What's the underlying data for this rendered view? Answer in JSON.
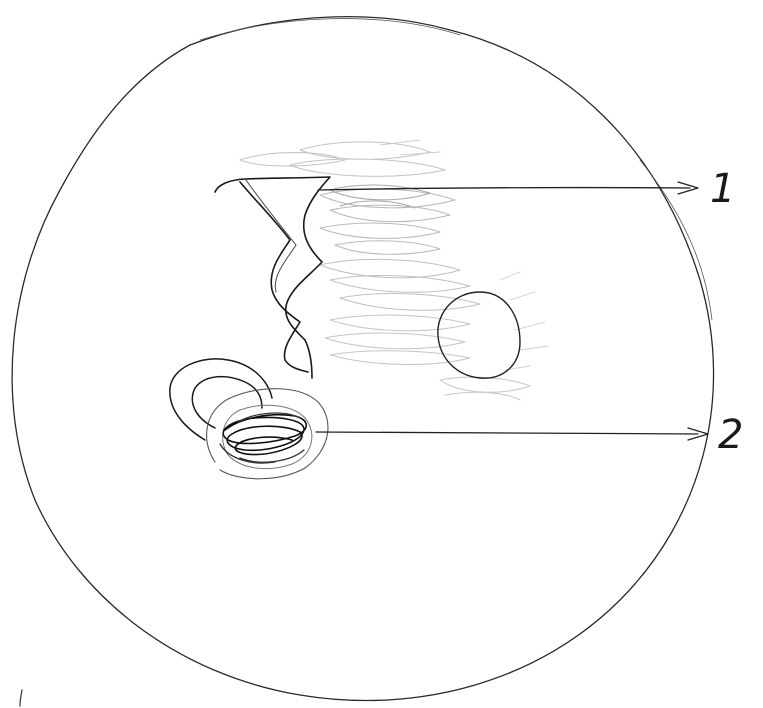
{
  "labels": [
    {
      "id": "1",
      "text": "1"
    },
    {
      "id": "2",
      "text": "2"
    }
  ],
  "colors": {
    "ink": "#1a1a1a",
    "pencil": "#8a8a8a",
    "faint": "#b5b5b5",
    "paper": "#ffffff"
  }
}
